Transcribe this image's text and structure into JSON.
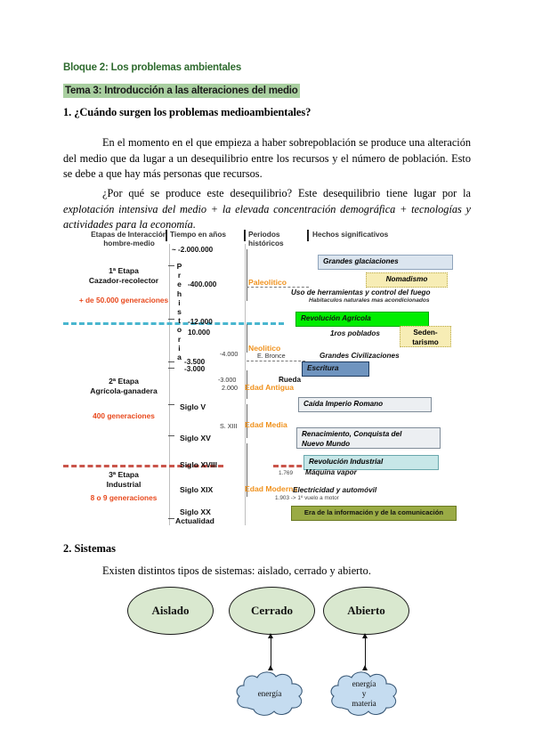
{
  "document": {
    "heading_bloque": "Bloque 2: Los problemas ambientales",
    "heading_tema": "Tema 3: Introducción a las alteraciones del medio",
    "question_1": "1. ¿Cuándo surgen los problemas medioambientales?",
    "paragraph_1": "En el momento en el que empieza a haber sobrepoblación se produce una alteración del medio que da lugar a un desequilibrio entre los recursos y el número de población. Esto se debe a que hay más personas que recursos.",
    "paragraph_2_lead": "¿Por qué se produce este desequilibrio? Este desequilibrio tiene lugar por la ",
    "paragraph_2_italic": "explotación intensiva del medio + la elevada concentración demográfica + tecnologías y actividades para la economía.",
    "question_2": "2. Sistemas",
    "paragraph_3": "Existen distintos tipos de sistemas: aislado, cerrado y abierto."
  },
  "timeline": {
    "columns": {
      "stages": "Etapas de Interacción hombre-medio",
      "time": "Tiempo en años",
      "periods": "Periodos históricos",
      "facts": "Hechos significativos"
    },
    "stages": [
      {
        "title": "1ª Etapa Cazador-recolector",
        "line1": "1ª Etapa",
        "line2": "Cazador-recolector",
        "generations": "+ de 50.000 generaciones"
      },
      {
        "title": "2ª Etapa Agrícola-ganadera",
        "line1": "2ª Etapa",
        "line2": "Agrícola-ganadera",
        "generations": "400 generaciones"
      },
      {
        "title": "3ª Etapa Industrial",
        "line1": "3ª Etapa",
        "line2": "Industrial",
        "generations": "8 o 9 generaciones"
      }
    ],
    "prehistoria_label": "Prehistoria",
    "years": [
      {
        "label": "~ -2.000.000"
      },
      {
        "label": "-400.000"
      },
      {
        "label": "-12.000"
      },
      {
        "label": "10.000"
      },
      {
        "label": "-3.500"
      },
      {
        "label": "-3.000"
      }
    ],
    "years_secondary": [
      {
        "label": "-4.000"
      },
      {
        "label": "-3.000"
      },
      {
        "label": "2.000"
      },
      {
        "label": "S. XIII"
      }
    ],
    "centuries": [
      "Siglo V",
      "Siglo XV",
      "Siglo XVIII",
      "Siglo XIX",
      "Siglo XX",
      "Actualidad"
    ],
    "periods": [
      {
        "label": "Paleolitico"
      },
      {
        "label": "Neolitico",
        "sub": "E. Bronce"
      },
      {
        "label": "Edad Antigua"
      },
      {
        "label": "Edad Media"
      },
      {
        "label": "Edad Moderna"
      }
    ],
    "facts": [
      {
        "label": "Grandes glaciaciones",
        "style": "b-glac"
      },
      {
        "label": "Nomadismo",
        "style": "b-nomad"
      },
      {
        "label": "Uso de herramientas y control del fuego",
        "style": "plain"
      },
      {
        "label": "Habitaculos naturales mas acondicionados",
        "style": "small"
      },
      {
        "label": "Revolución Agrícola",
        "style": "b-agric"
      },
      {
        "label": "1ros poblados",
        "style": "plain"
      },
      {
        "label": "Seden-tarismo",
        "style": "b-seden"
      },
      {
        "label": "Grandes Civilizaciones",
        "style": "plain"
      },
      {
        "label": "Escritura",
        "style": "b-escr"
      },
      {
        "label": "Rueda",
        "style": "plain"
      },
      {
        "label": "Caída Imperio Romano",
        "style": "b-roma"
      },
      {
        "label": "Renacimiento, Conquista del Nuevo Mundo",
        "style": "b-renac"
      },
      {
        "label": "Revolución Industrial",
        "style": "b-indus"
      },
      {
        "label": "Máquina vapor",
        "style": "plain",
        "year": "1.769"
      },
      {
        "label": "Electricidad y automóvil",
        "style": "plain"
      },
      {
        "label": "1.903 -> 1º vuelo a motor",
        "style": "small"
      },
      {
        "label": "Era de la información y de la comunicación",
        "style": "b-era"
      }
    ],
    "fact_texts": {
      "nomadismo": "Nomadismo",
      "glaciaciones": "Grandes glaciaciones",
      "herramientas": "Uso de herramientas y control del fuego",
      "habitaculos": "Habitaculos naturales mas acondicionados",
      "revolucion_agricola": "Revolución Agrícola",
      "poblados": "1ros poblados",
      "sedentarismo_l1": "Seden-",
      "sedentarismo_l2": "tarismo",
      "civilizaciones": "Grandes Civilizaciones",
      "escritura": "Escritura",
      "rueda": "Rueda",
      "caida_roma": "Caída Imperio Romano",
      "renacimiento_l1": "Renacimiento, Conquista del",
      "renacimiento_l2": "Nuevo Mundo",
      "revolucion_industrial": "Revolución Industrial",
      "maquina_vapor": "Máquina vapor",
      "maquina_vapor_year": "1.769",
      "electricidad": "Electricidad y automóvil",
      "vuelo": "1.903 -> 1º vuelo a motor",
      "era_info": "Era de la información y de la comunicación"
    }
  },
  "systems": {
    "items": [
      {
        "name": "Aislado"
      },
      {
        "name": "Cerrado",
        "cloud": "energía"
      },
      {
        "name": "Abierto",
        "cloud_l1": "energía",
        "cloud_l2": "y",
        "cloud_l3": "materia"
      }
    ]
  },
  "colors": {
    "heading_green": "#2f6b2f",
    "highlight_green": "#a9cfa0",
    "orange": "#f0921e",
    "red_orange": "#e8491d",
    "dash_blue": "#49b6cf",
    "dash_red": "#c9554a",
    "agric_green": "#00ee00",
    "era_olive": "#9aab45",
    "escritura_blue": "#6f94bf",
    "ellipse_green": "#d9e8cf",
    "cloud_blue": "#c5dcf0"
  }
}
